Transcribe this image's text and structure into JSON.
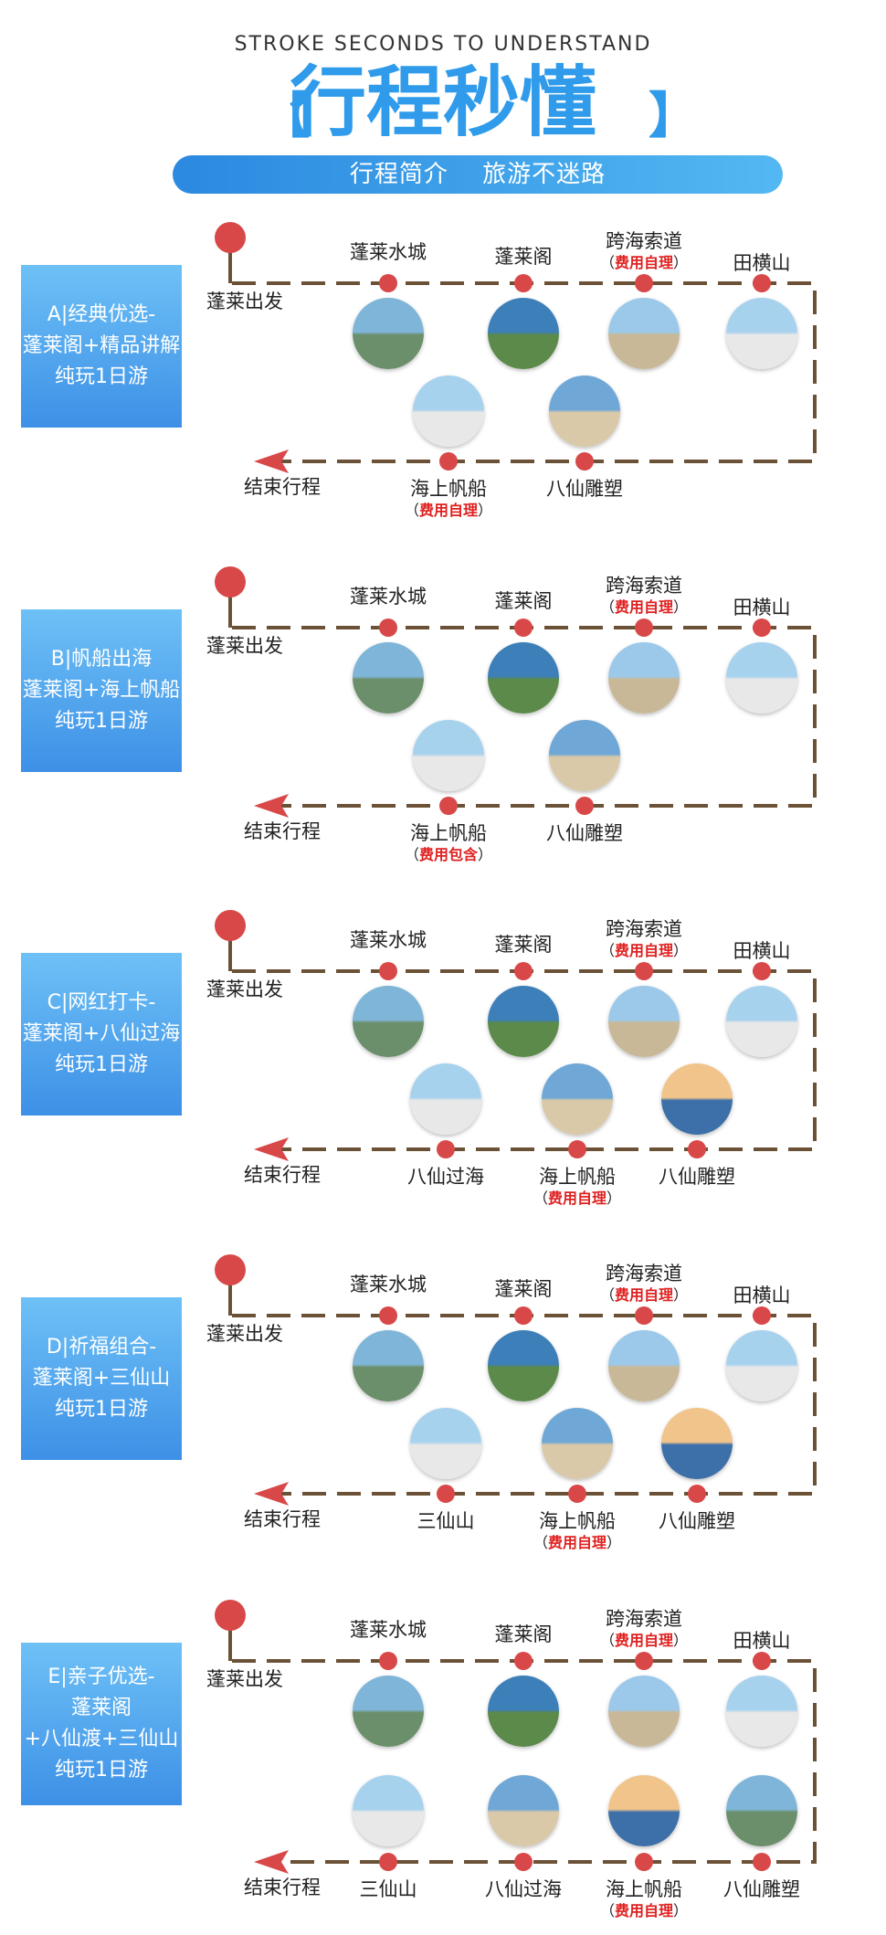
{
  "header": {
    "eyebrow": "STROKE SECONDS TO UNDERSTAND",
    "title": "行程秒懂",
    "bracket_left": "【",
    "bracket_right": "】",
    "banner_left": "行程简介",
    "banner_right": "旅游不迷路"
  },
  "common": {
    "start": "蓬莱出发",
    "end": "结束行程",
    "fee_self": "费用自理",
    "fee_included": "费用包含"
  },
  "routes": [
    {
      "label": [
        "A|经典优选-",
        "蓬莱阁+精品讲解",
        "纯玩1日游"
      ],
      "top": [
        "蓬莱水城",
        "蓬莱阁",
        "跨海索道",
        "田横山"
      ],
      "bottom": [
        "海上帆船",
        "八仙雕塑"
      ],
      "fee_note": "费用自理"
    },
    {
      "label": [
        "B|帆船出海",
        "蓬莱阁+海上帆船",
        "纯玩1日游"
      ],
      "top": [
        "蓬莱水城",
        "蓬莱阁",
        "跨海索道",
        "田横山"
      ],
      "bottom": [
        "海上帆船",
        "八仙雕塑"
      ],
      "fee_note": "费用包含"
    },
    {
      "label": [
        "C|网红打卡-",
        "蓬莱阁+八仙过海",
        "纯玩1日游"
      ],
      "top": [
        "蓬莱水城",
        "蓬莱阁",
        "跨海索道",
        "田横山"
      ],
      "bottom": [
        "八仙过海",
        "海上帆船",
        "八仙雕塑"
      ]
    },
    {
      "label": [
        "D|祈福组合-",
        "蓬莱阁+三仙山",
        "纯玩1日游"
      ],
      "top": [
        "蓬莱水城",
        "蓬莱阁",
        "跨海索道",
        "田横山"
      ],
      "bottom": [
        "三仙山",
        "海上帆船",
        "八仙雕塑"
      ]
    },
    {
      "label": [
        "E|亲子优选-",
        "蓬莱阁",
        "+八仙渡+三仙山",
        "纯玩1日游"
      ],
      "top": [
        "蓬莱水城",
        "蓬莱阁",
        "跨海索道",
        "田横山"
      ],
      "bottom": [
        "三仙山",
        "八仙过海",
        "海上帆船",
        "八仙雕塑"
      ]
    }
  ],
  "colors": {
    "accent": "#2f9bea",
    "route_line": "#6b5236",
    "node": "#d94848",
    "fee": "#e02020"
  }
}
